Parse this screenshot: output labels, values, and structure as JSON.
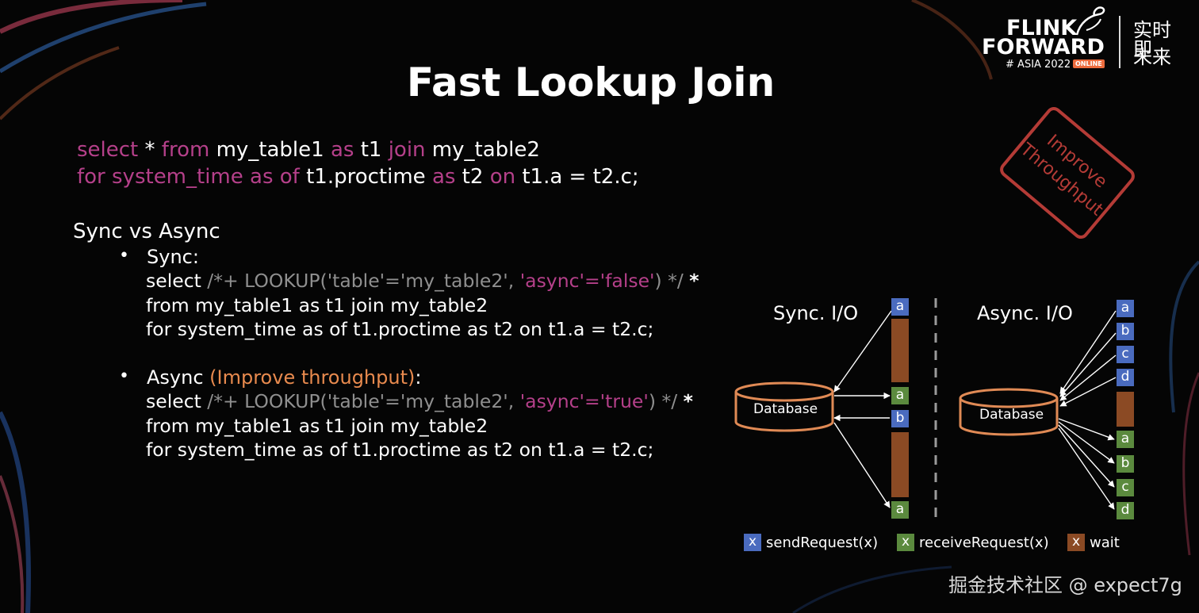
{
  "logo": {
    "line1": "FLINK",
    "line2": "FORWARD",
    "hash": "#",
    "event": "ASIA 2022",
    "badge": "ONLINE",
    "cn1": "实时即",
    "cn2": "未来"
  },
  "title": "Fast Lookup Join",
  "main_sql": {
    "l1": [
      "select",
      " * ",
      "from",
      " my_table1 ",
      "as",
      " t1 ",
      "join",
      " my_table2"
    ],
    "l2": [
      "for system_time as of",
      " t1.proctime ",
      "as",
      " t2 ",
      "on",
      " t1.a = t2.c;"
    ]
  },
  "section_title": "Sync vs Async",
  "bullet_char": "•",
  "sync": {
    "label": "Sync:",
    "line1": [
      "select ",
      "/*+ LOOKUP('table'='my_table2', ",
      "'async'='false'",
      ") */ ",
      "*"
    ],
    "line2": "from my_table1 as t1 join my_table2",
    "line3": "for system_time as of t1.proctime as t2 on t1.a = t2.c;"
  },
  "async": {
    "label": "Async",
    "highlight": " (Improve throughput)",
    "colon": ":",
    "line1": [
      "select ",
      "/*+ LOOKUP('table'='my_table2', ",
      "'async'='true'",
      ") */ ",
      "*"
    ],
    "line2": "from my_table1 as t1 join my_table2",
    "line3": "for system_time as of t1.proctime as t2 on t1.a = t2.c;"
  },
  "stamp": {
    "line1": "Improve",
    "line2": "Throughput"
  },
  "diagram": {
    "sync_label": "Sync. I/O",
    "async_label": "Async. I/O",
    "db_label": "Database",
    "sync_boxes": [
      "a",
      "a",
      "b",
      "a"
    ],
    "async_send": [
      "a",
      "b",
      "c",
      "d"
    ],
    "async_recv": [
      "a",
      "b",
      "c",
      "d"
    ]
  },
  "legend": {
    "marker": "x",
    "send": "sendRequest(x)",
    "receive": "receiveRequest(x)",
    "wait": "wait"
  },
  "colors": {
    "keyword": "#b5408a",
    "send": "#4a6bbf",
    "receive": "#5b8a3e",
    "wait": "#8b4a24",
    "database": "#e08a55",
    "stamp": "#c8413c",
    "highlight": "#e88a4e"
  },
  "watermark": "掘金技术社区 @ expect7g"
}
